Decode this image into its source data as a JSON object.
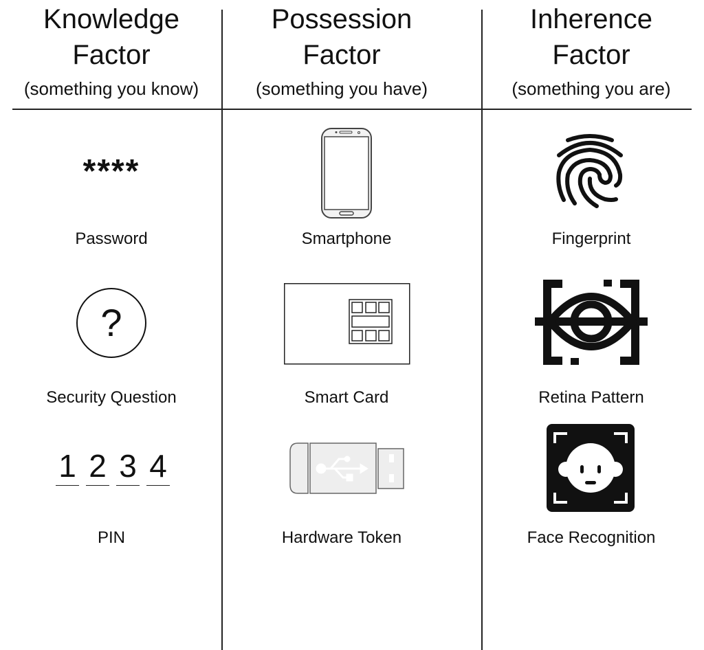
{
  "columns": [
    {
      "title_line1": "Knowledge",
      "title_line2": "Factor",
      "subtitle": "(something you know)",
      "items": [
        {
          "label": "Password",
          "icon": "asterisks-icon",
          "text": "****"
        },
        {
          "label": "Security Question",
          "icon": "question-circle-icon",
          "text": "?"
        },
        {
          "label": "PIN",
          "icon": "pin-digits-icon",
          "digits": [
            "1",
            "2",
            "3",
            "4"
          ]
        }
      ]
    },
    {
      "title_line1": "Possession",
      "title_line2": "Factor",
      "subtitle": "(something you have)",
      "items": [
        {
          "label": "Smartphone",
          "icon": "smartphone-icon"
        },
        {
          "label": "Smart Card",
          "icon": "smart-card-icon"
        },
        {
          "label": "Hardware Token",
          "icon": "usb-token-icon"
        }
      ]
    },
    {
      "title_line1": "Inherence",
      "title_line2": "Factor",
      "subtitle": "(something you are)",
      "items": [
        {
          "label": "Fingerprint",
          "icon": "fingerprint-icon"
        },
        {
          "label": "Retina Pattern",
          "icon": "retina-scan-icon"
        },
        {
          "label": "Face Recognition",
          "icon": "face-scan-icon"
        }
      ]
    }
  ]
}
